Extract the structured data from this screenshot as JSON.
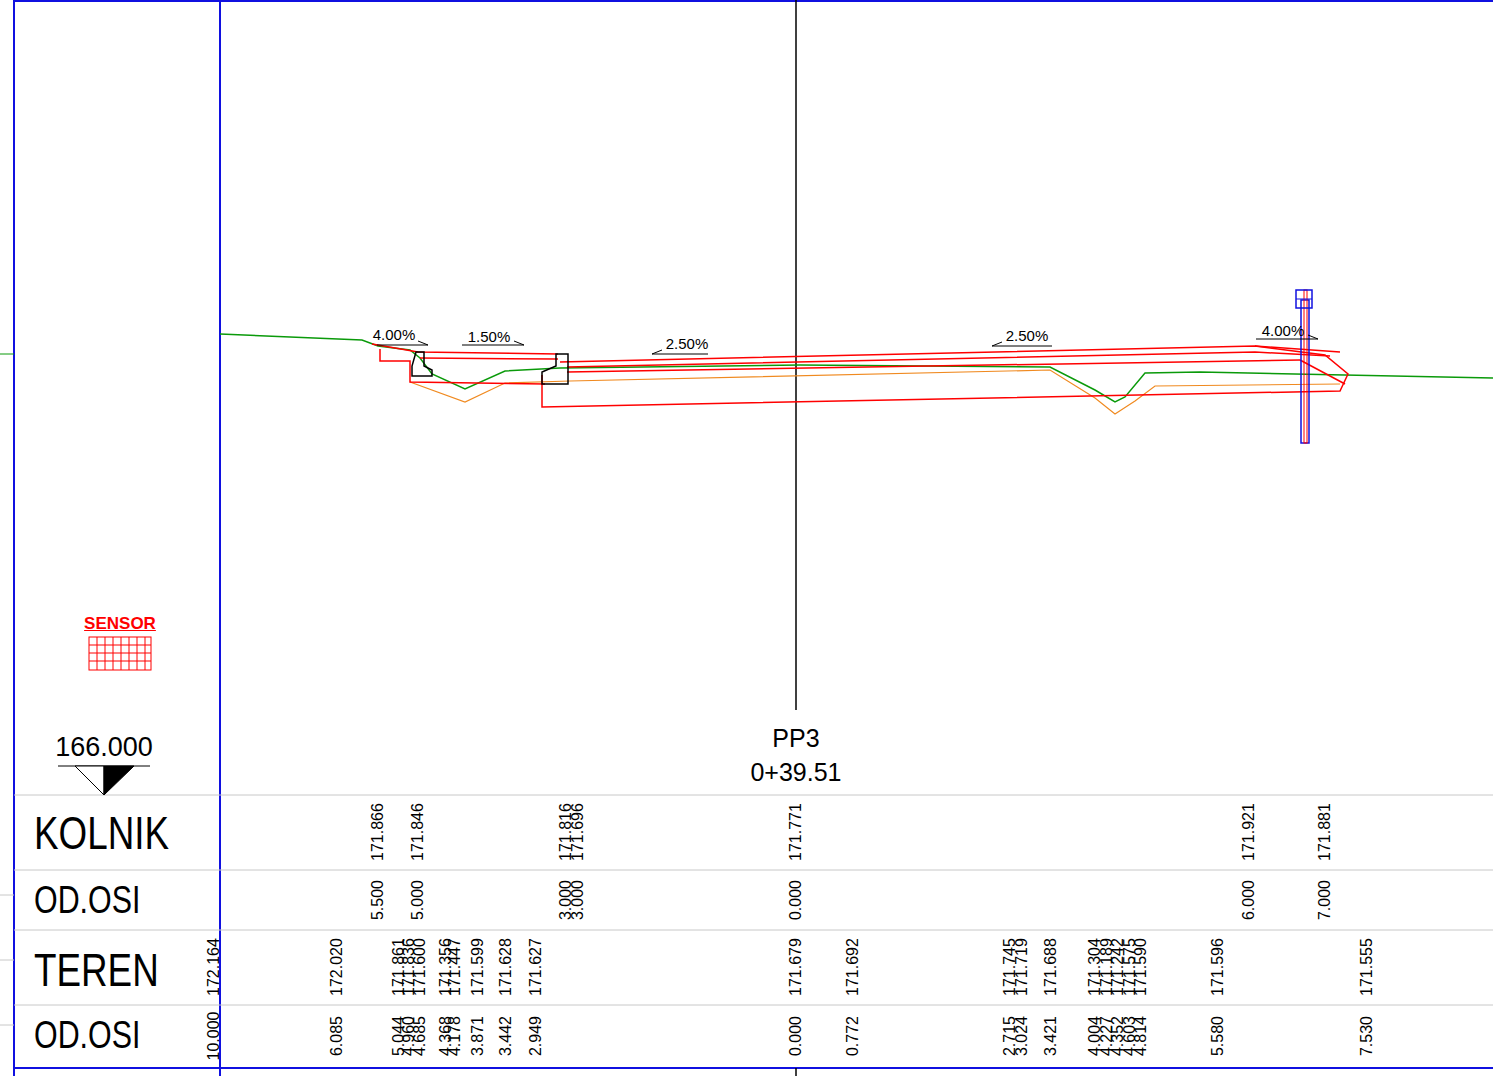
{
  "diagram": {
    "labels": [
      "4.00%",
      "1.50%",
      "2.50%",
      "2.50%",
      "4.00%",
      "SENSOR",
      "166.000",
      "PP3",
      "0+39.51",
      "KOLNIK",
      "OD.OSI",
      "TEREN",
      "OD.OSI",
      "171.866",
      "171.846",
      "171.816",
      "171.696",
      "171.771",
      "171.921",
      "171.881",
      "5.500",
      "5.000",
      "3.000",
      "3.000",
      "0.000",
      "6.000",
      "7.000",
      "172.164",
      "172.020",
      "171.861",
      "171.836",
      "171.600",
      "171.356",
      "171.447",
      "171.599",
      "171.628",
      "171.627",
      "171.679",
      "171.692",
      "171.745",
      "171.719",
      "171.688",
      "171.304",
      "171.189",
      "171.242",
      "171.575",
      "171.590",
      "171.596",
      "171.555",
      "10.000",
      "6.085",
      "5.044",
      "4.960",
      "4.685",
      "4.368",
      "4.178",
      "3.871",
      "3.442",
      "2.949",
      "0.000",
      "0.772",
      "2.715",
      "3.024",
      "3.421",
      "4.004",
      "4.227",
      "4.352",
      "4.603",
      "4.814",
      "5.580",
      "7.530"
    ]
  }
}
